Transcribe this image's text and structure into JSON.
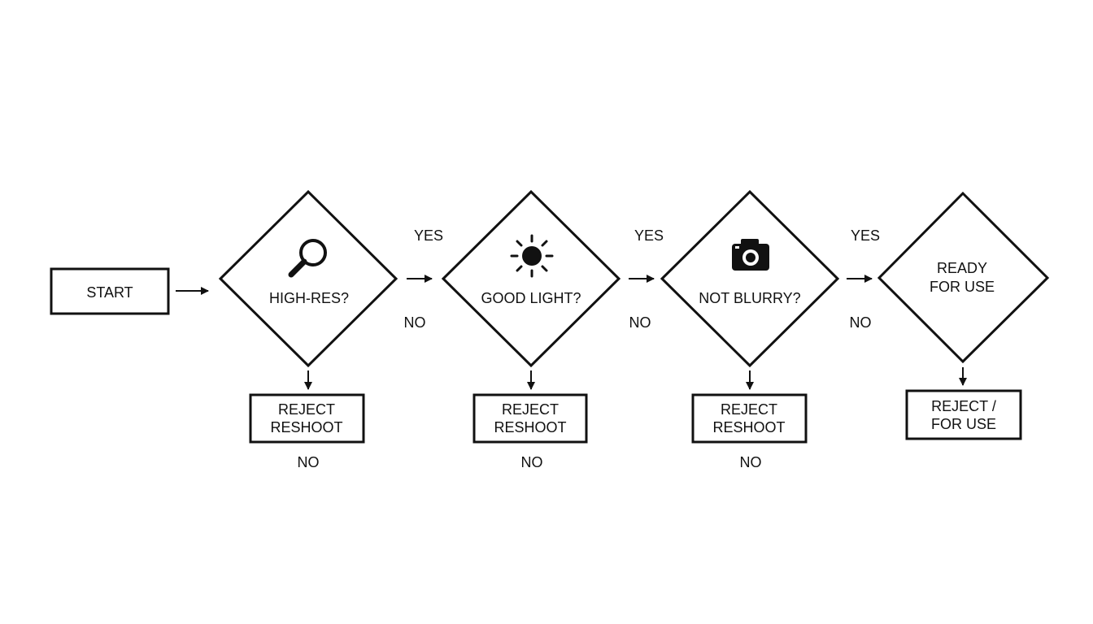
{
  "colors": {
    "stroke": "#111111",
    "background": "#ffffff"
  },
  "flow": {
    "start": "START",
    "decisions": [
      {
        "label": "HIGH-RES?",
        "icon": "magnifier-icon"
      },
      {
        "label": "GOOD LIGHT?",
        "icon": "sun-icon"
      },
      {
        "label": "NOT BLURRY?",
        "icon": "camera-icon"
      }
    ],
    "end_diamond": {
      "line1": "READY",
      "line2": "FOR USE"
    },
    "yes_labels": [
      "YES",
      "YES",
      "YES"
    ],
    "side_no_labels": [
      "NO",
      "NO",
      "NO"
    ],
    "bottom_no_labels": [
      "NO",
      "NO",
      "NO"
    ],
    "reject_boxes": [
      {
        "line1": "REJECT",
        "line2": "RESHOOT"
      },
      {
        "line1": "REJECT",
        "line2": "RESHOOT"
      },
      {
        "line1": "REJECT",
        "line2": "RESHOOT"
      }
    ],
    "final_box": {
      "line1": "REJECT /",
      "line2": "FOR USE"
    }
  }
}
